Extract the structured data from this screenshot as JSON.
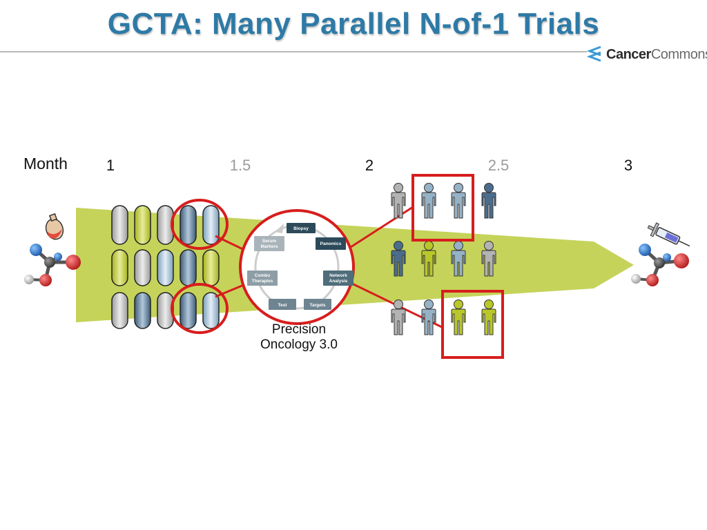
{
  "slide": {
    "title": "GCTA: Many Parallel N-of-1 Trials",
    "logo": {
      "bold": "Cancer",
      "light": "Commons"
    }
  },
  "timeline": {
    "label": "Month",
    "ticks": [
      "1",
      "1.5",
      "2",
      "2.5",
      "3"
    ]
  },
  "cycle": {
    "steps": [
      "Biopsy",
      "Panomics",
      "Network Analysis",
      "Targets",
      "Test",
      "Combo Therapies",
      "Serum Markers"
    ],
    "caption_line1": "Precision",
    "caption_line2": "Oncology 3.0"
  },
  "colors": {
    "title": "#2e7aa6",
    "band": "#c5d35a",
    "highlight": "#d71d1d",
    "steel": "#4b6d8c",
    "light_blue": "#96b2c6",
    "lime": "#b9c72a",
    "gray": "#b3b3b3"
  },
  "icons": [
    "flask-icon",
    "molecule-icon",
    "syringe-icon",
    "capsule-icon",
    "person-icon"
  ]
}
